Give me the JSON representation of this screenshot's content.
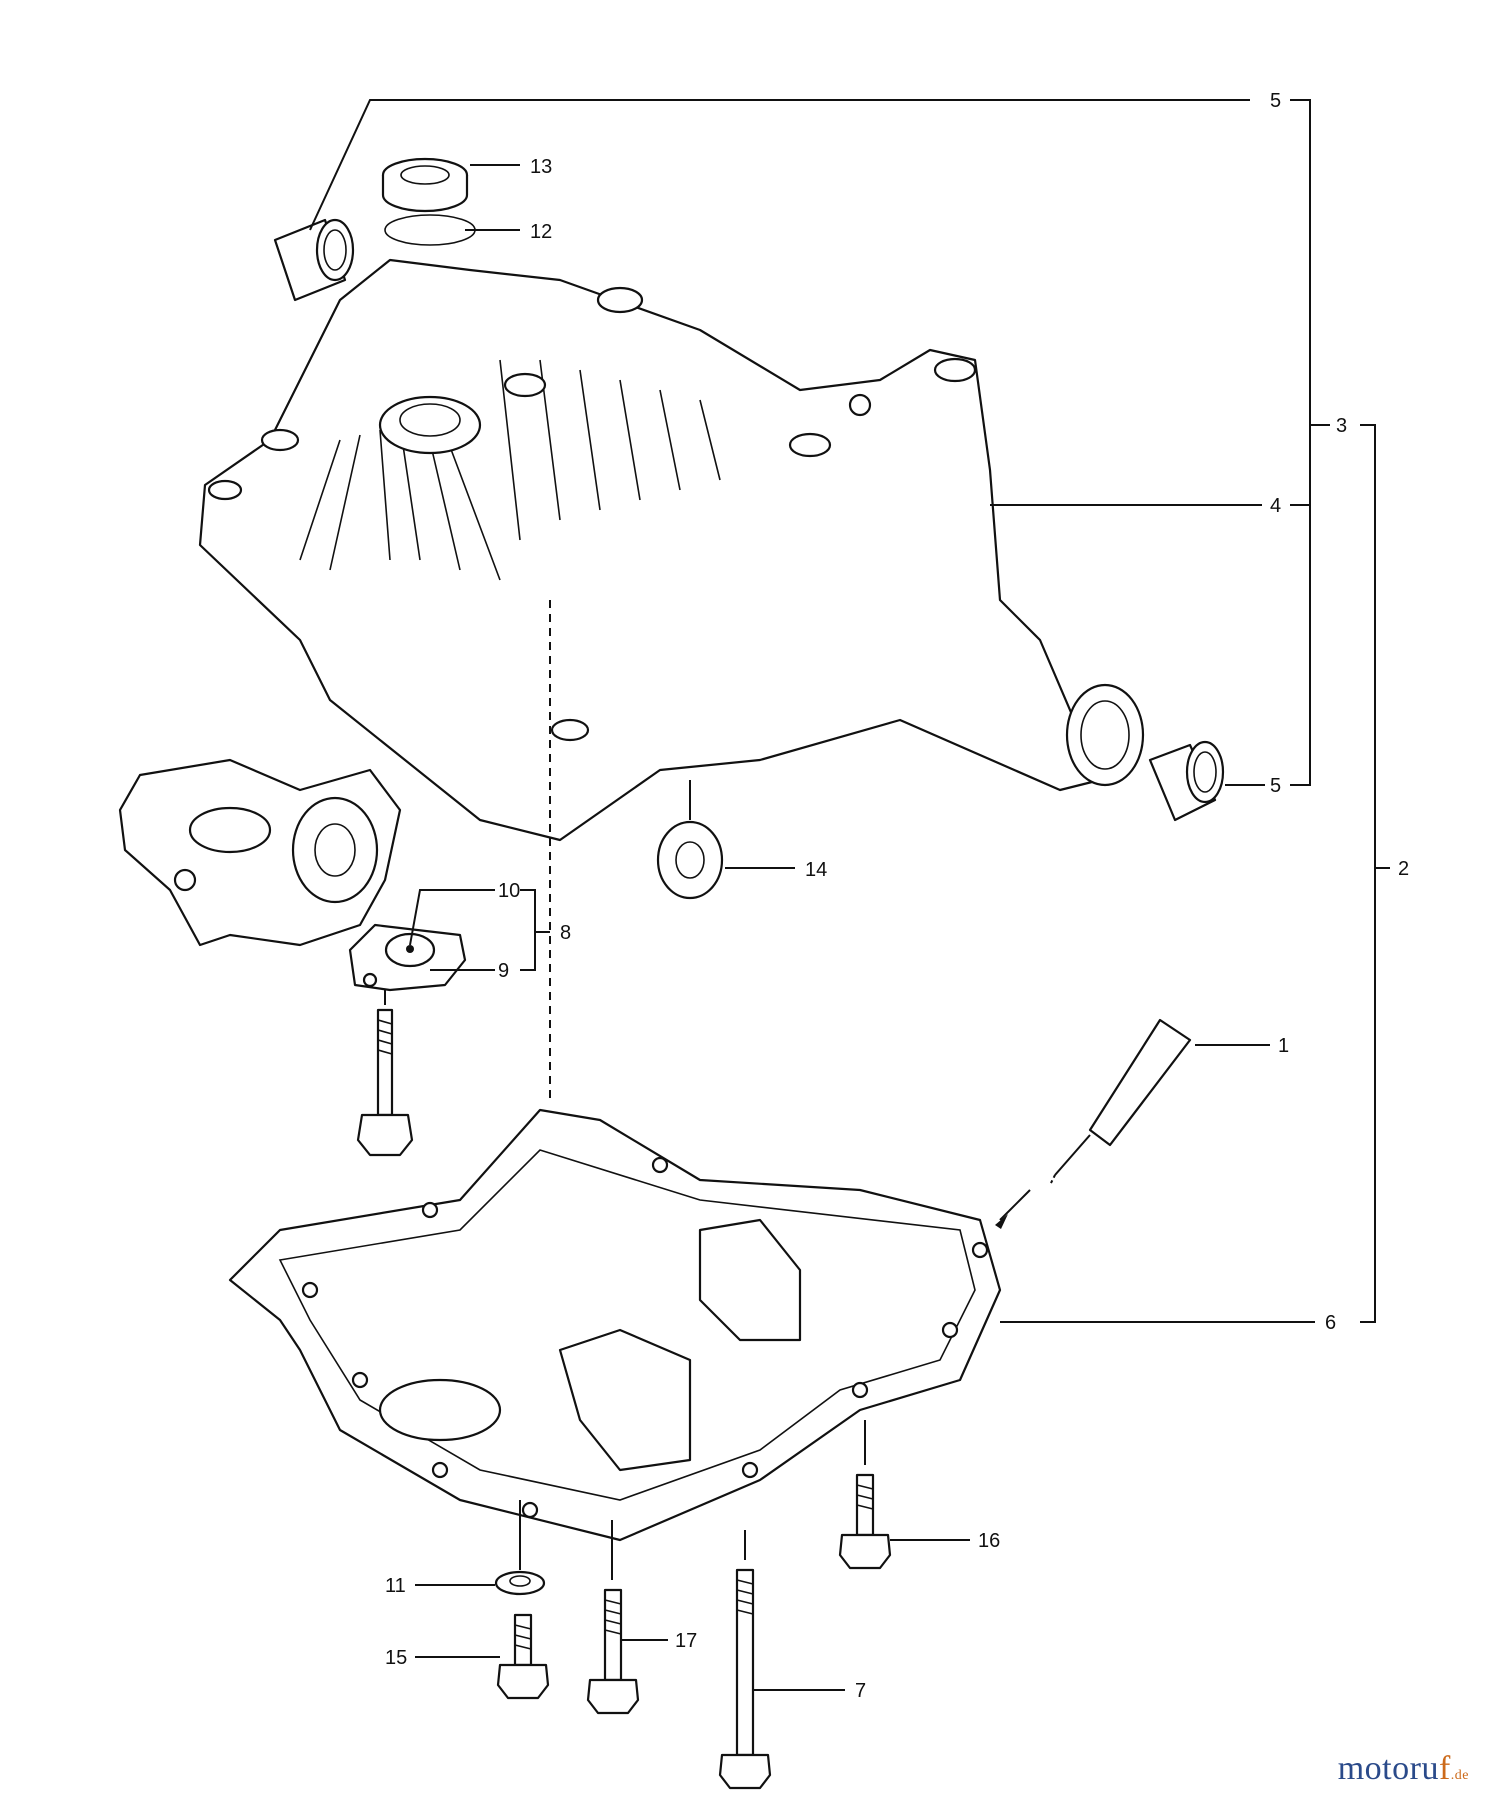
{
  "callouts": {
    "c1": "1",
    "c2": "2",
    "c3": "3",
    "c4": "4",
    "c5a": "5",
    "c5b": "5",
    "c6": "6",
    "c7": "7",
    "c8": "8",
    "c9": "9",
    "c10": "10",
    "c11": "11",
    "c12": "12",
    "c13": "13",
    "c14": "14",
    "c15": "15",
    "c16": "16",
    "c17": "17"
  },
  "watermark": {
    "part1": "motoru",
    "part2": "f",
    "tld": ".de"
  }
}
